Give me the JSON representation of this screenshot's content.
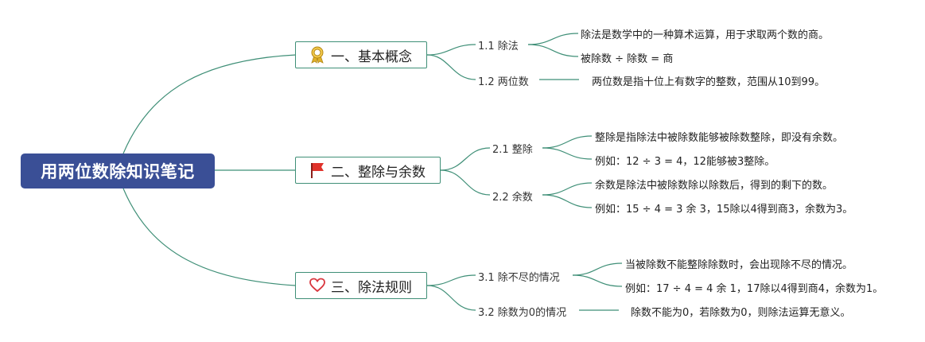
{
  "title": "用两位数除知识笔记",
  "branches": [
    {
      "label": "一、基本概念",
      "icon": "ribbon-award-icon",
      "subs": [
        {
          "label": "1.1 除法",
          "leaves": [
            "除法是数学中的一种算术运算，用于求取两个数的商。",
            "被除数 ÷ 除数 = 商"
          ]
        },
        {
          "label": "1.2 两位数",
          "leaves": [
            "两位数是指十位上有数字的整数，范围从10到99。"
          ]
        }
      ]
    },
    {
      "label": "二、整除与余数",
      "icon": "red-flag-icon",
      "subs": [
        {
          "label": "2.1 整除",
          "leaves": [
            "整除是指除法中被除数能够被除数整除，即没有余数。",
            "例如：12 ÷ 3 = 4，12能够被3整除。"
          ]
        },
        {
          "label": "2.2 余数",
          "leaves": [
            "余数是除法中被除数除以除数后，得到的剩下的数。",
            "例如：15 ÷ 4 = 3 余 3，15除以4得到商3，余数为3。"
          ]
        }
      ]
    },
    {
      "label": "三、除法规则",
      "icon": "heart-icon",
      "subs": [
        {
          "label": "3.1 除不尽的情况",
          "leaves": [
            "当被除数不能整除除数时，会出现除不尽的情况。",
            "例如：17 ÷ 4 = 4 余 1，17除以4得到商4，余数为1。"
          ]
        },
        {
          "label": "3.2 除数为0的情况",
          "leaves": [
            "除数不能为0，若除数为0，则除法运算无意义。"
          ]
        }
      ]
    }
  ],
  "colors": {
    "root_fill": "#3a4f96",
    "connector": "#3f8f77",
    "flag": "#e0322b",
    "heart": "#d9363e",
    "ribbon": "#e0b12a"
  }
}
